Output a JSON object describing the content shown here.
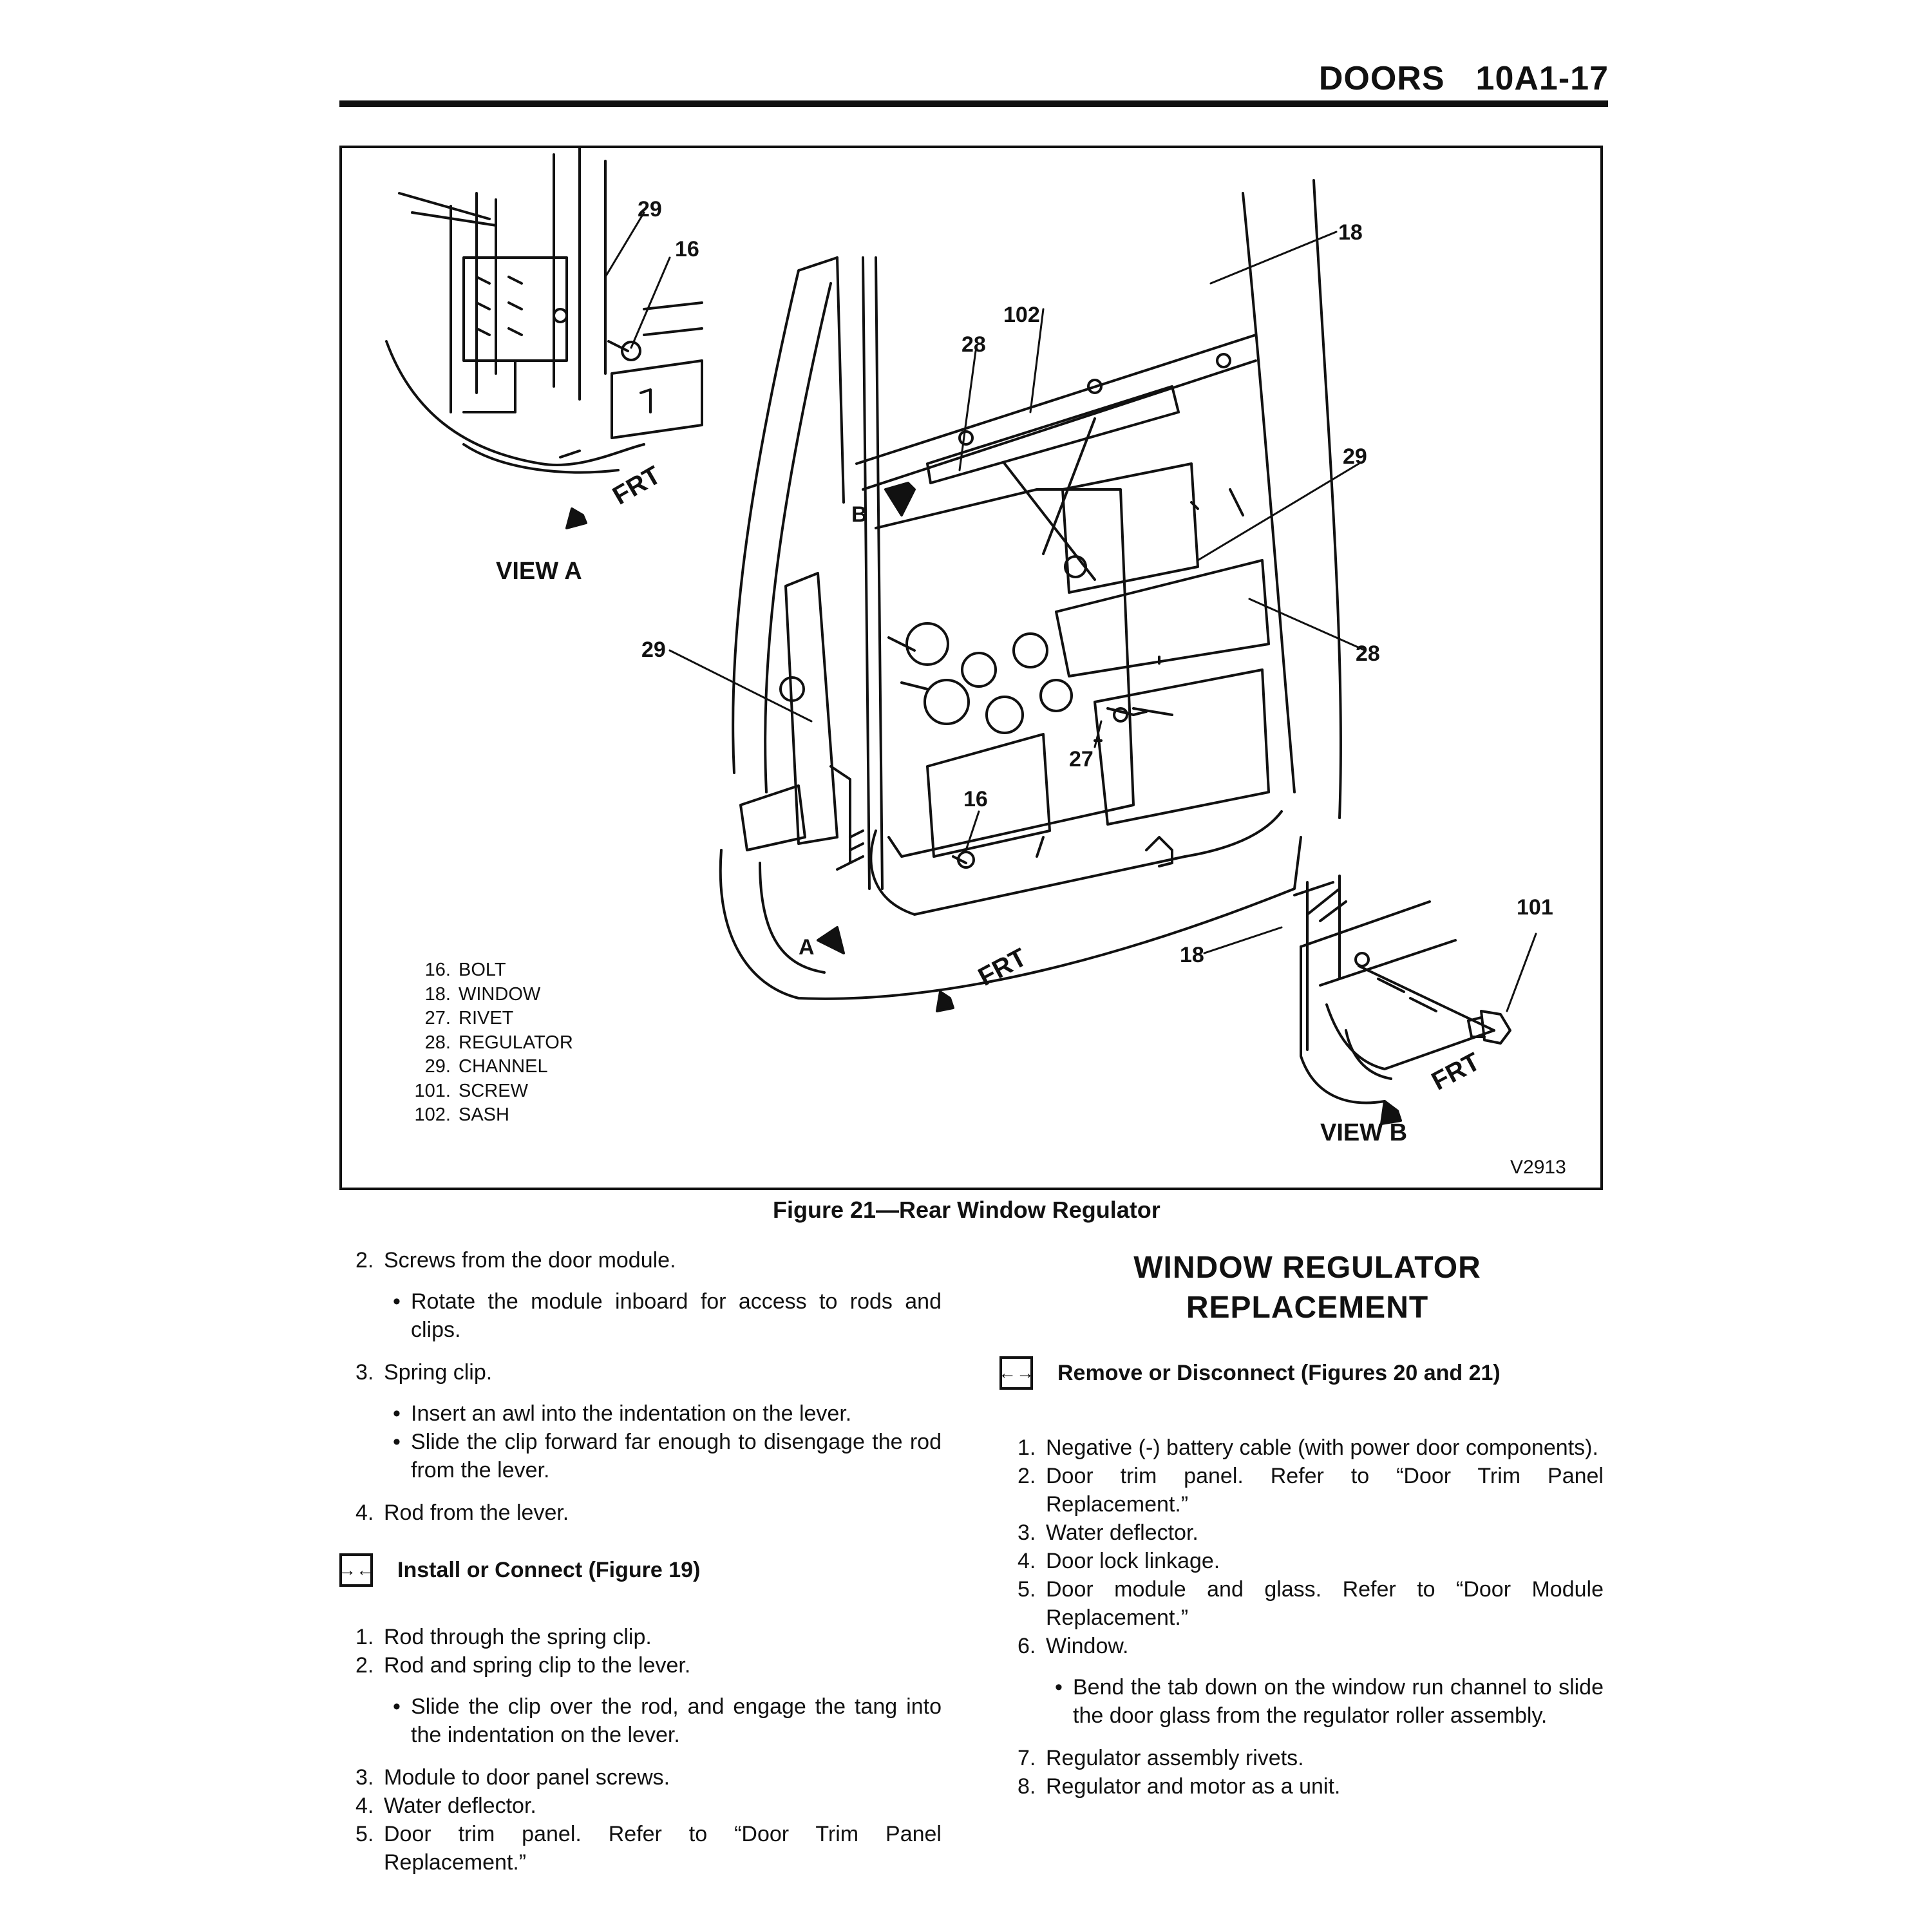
{
  "header": {
    "section": "DOORS",
    "page_number": "10A1-17"
  },
  "figure": {
    "caption": "Figure 21—Rear Window Regulator",
    "figure_id": "V2913",
    "views": {
      "view_a": "VIEW A",
      "view_b": "VIEW B"
    },
    "arrows": {
      "frt": "FRT",
      "a": "A",
      "b": "B"
    },
    "callouts": [
      "29",
      "16",
      "18",
      "102",
      "28",
      "29",
      "29",
      "28",
      "27",
      "16",
      "101",
      "18"
    ],
    "legend": [
      {
        "num": "16.",
        "label": "BOLT"
      },
      {
        "num": "18.",
        "label": "WINDOW"
      },
      {
        "num": "27.",
        "label": "RIVET"
      },
      {
        "num": "28.",
        "label": "REGULATOR"
      },
      {
        "num": "29.",
        "label": "CHANNEL"
      },
      {
        "num": "101.",
        "label": "SCREW"
      },
      {
        "num": "102.",
        "label": "SASH"
      }
    ]
  },
  "left_column": {
    "items_a": [
      {
        "num": "2.",
        "text": "Screws from the door module.",
        "bullets": [
          "Rotate the module inboard for access to rods and clips."
        ]
      },
      {
        "num": "3.",
        "text": "Spring clip.",
        "bullets": [
          "Insert an awl into the indentation on the lever.",
          "Slide the clip forward far enough to disengage the rod from the lever."
        ]
      },
      {
        "num": "4.",
        "text": "Rod from the lever.",
        "bullets": []
      }
    ],
    "install_procedure": {
      "icon": "install-connect-icon",
      "label": "Install or Connect (Figure 19)"
    },
    "items_b": [
      {
        "num": "1.",
        "text": "Rod through the spring clip.",
        "bullets": []
      },
      {
        "num": "2.",
        "text": "Rod and spring clip to the lever.",
        "bullets": [
          "Slide the clip over the rod, and engage the tang into the indentation on the lever."
        ]
      },
      {
        "num": "3.",
        "text": "Module to door panel screws.",
        "bullets": []
      },
      {
        "num": "4.",
        "text": "Water deflector.",
        "bullets": []
      },
      {
        "num": "5.",
        "text": "Door trim panel. Refer to “Door Trim Panel Replacement.”",
        "bullets": []
      }
    ]
  },
  "right_column": {
    "heading_line1": "WINDOW REGULATOR",
    "heading_line2": "REPLACEMENT",
    "remove_procedure": {
      "icon": "remove-disconnect-icon",
      "label": "Remove or Disconnect (Figures 20 and 21)"
    },
    "items": [
      {
        "num": "1.",
        "text": "Negative (-) battery cable (with power door components).",
        "bullets": []
      },
      {
        "num": "2.",
        "text": "Door trim panel. Refer to “Door Trim Panel Replacement.”",
        "bullets": []
      },
      {
        "num": "3.",
        "text": "Water deflector.",
        "bullets": []
      },
      {
        "num": "4.",
        "text": "Door lock linkage.",
        "bullets": []
      },
      {
        "num": "5.",
        "text": "Door module and glass. Refer to “Door Module Replacement.”",
        "bullets": []
      },
      {
        "num": "6.",
        "text": "Window.",
        "bullets": [
          "Bend the tab down on the window run channel to slide the door glass from the regulator roller assembly."
        ]
      },
      {
        "num": "7.",
        "text": "Regulator assembly rivets.",
        "bullets": []
      },
      {
        "num": "8.",
        "text": "Regulator and motor as a unit.",
        "bullets": []
      }
    ]
  }
}
